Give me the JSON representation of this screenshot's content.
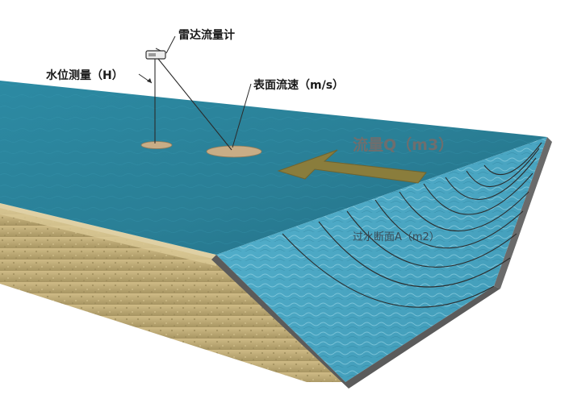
{
  "labels": {
    "radar_flow_meter": "雷达流量计",
    "water_level": "水位测量（H）",
    "surface_velocity": "表面流速（m/s）",
    "flow_q": "流量Q（m3）",
    "cross_section_area": "过水断面A（m2）"
  },
  "colors": {
    "water_surface": "#2a7f96",
    "water_section": "#4aa6c2",
    "soil": "#c9b37a",
    "arrow": "#8a7d3c",
    "lines": "#2b2b2b"
  },
  "icons": {
    "radar_device": "radar-sensor-icon"
  }
}
